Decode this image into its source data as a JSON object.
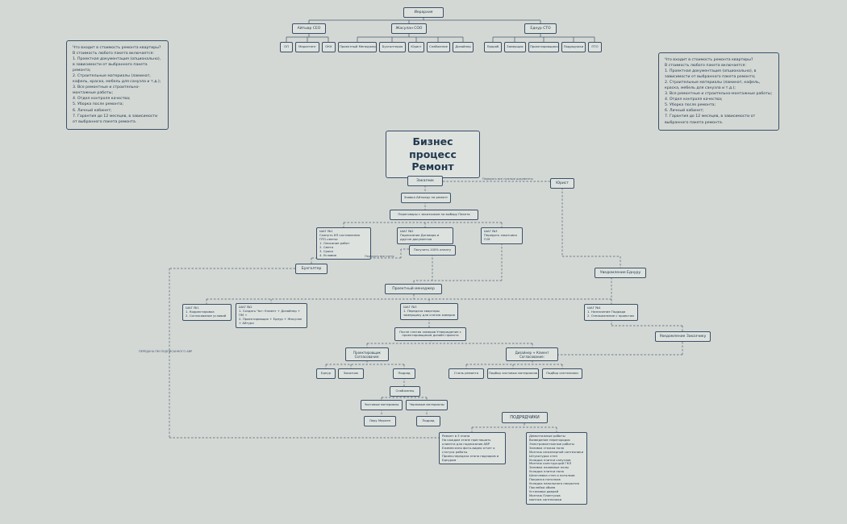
{
  "hierarchy": {
    "root": "Иерархия",
    "managers": [
      "Айтыар CEO",
      "Жасулан COO",
      "Еднур СТО"
    ],
    "departments": [
      "ОП",
      "Маркетинг",
      "ОКК",
      "Проектный Менеджер",
      "Бухгалтерия",
      "Юрист",
      "Снабжение",
      "Дизайнер",
      "Прораб",
      "Замерщик",
      "Проектировщики",
      "Подрядчики",
      "ПТО"
    ]
  },
  "info_note": "Что входит в стоимость ремонта квартиры?\nВ стоимость любого пакета включается:\n1. Проектная документация (опционально), в зависимости от выбранного пакета ремонта;\n2. Строительные материалы (ламинат, кафель, краска, мебель для санузла и т.д.);\n3. Все ремонтные и строительно-монтажные работы;\n4. Отдел контроля качества;\n5. Уборка после ремонта;\n6. Личный кабинет;\n7. Гарантия до 12 месяцев, в зависимости от выбранного пакета ремонта.",
  "flow": {
    "title": "Бизнес процесс\nРемонт",
    "customer": "Заказчик",
    "request": "Заявка Айтыару на ремонт",
    "negotiation": "Переговоры с заказчиком по выбору Пакета",
    "step1": "ШАГ №1\nСкинуть КП составления ПТО-сметы:\n1. Описание работ\n2. Смета\n3. Сроки\n4. Условия",
    "step2": "ШАГ №2\nПодписание Договора и другие документов",
    "payment": "Получить 100% оплату",
    "step3": "ШАГ №3\nПередать заказчика П.М",
    "lawyer": "Юрист",
    "docs_label": "Передать все нужные документы",
    "invoices_label": "Передать все счета",
    "accountant": "Бухгалтер",
    "notify_ednur": "Уведомление Еднуру",
    "pm": "Проектный менеджер",
    "pm_step1": "ШАГ №1\n1. Корректировка\n2. Согласование условий",
    "pm_step2": "ШАГ №2\n1. Создать Чат: Клиент + Дизайнер + ПМ +\n2. Проектировщик + Еднур + Жасулан + Айтура",
    "pm_step3": "ШАГ №3\n1. Передача квартиры замерщику для снятия замеров",
    "pm_step4": "ШАГ №4\n1. Назначение Подряда\n2. Ознакомление с проектом",
    "approve": "После снятия замеров Утверждение с проектировщиком дизайн проекта",
    "notify_customer": "Уведомление Заказчику",
    "avr_label": "ПЕРЕДАЧА ПМ ПОДПИСАННОГО АВР",
    "designer_plan": "Проектировщик\nСогласование:",
    "designer_client": "Дизайнер + Клиент\nСогласование:",
    "ednur": "Еднур",
    "customer2": "Заказчик",
    "contractor1": "Подряд",
    "style": "Стиль ремонта",
    "fin_materials": "Подбор чистовых материалов",
    "plumbing": "Подбор сантехники",
    "supplier": "Снабженец",
    "clean_materials": "Чистовые материалы",
    "rough_materials": "Черновые материалы",
    "leroy": "Леру Мерлен",
    "contractor2": "Подряд",
    "contractors": "ПОДРЯДЧИКИ",
    "stages": "Ремонт в 3 этапа\nНа каждом этапе приглашать клиента для подписания АВР\nЕжемесячно фото-видео отчет о статуса работы\nПрием-передача этапа надзором и Еднуром",
    "works": "Демонтажные работы\nВозведение перегородок\nЭлектромонтажные работы\nЗаливка стяжка пола\nМонтаж инженерной сантехники\nШтукатурка стен\nУкладка плитки санузлов\nМонтаж конструкций ГКЛ\nЗаливка наливные полы\nУкладка плитки пола\nШпатлевка стен и потолков\nПокраска потолков\nУкладка напольного покрытия\nПоклейка обоев\nУстановка дверей\nМонтаж Плинтусов\nмонтаж сантехники"
  }
}
